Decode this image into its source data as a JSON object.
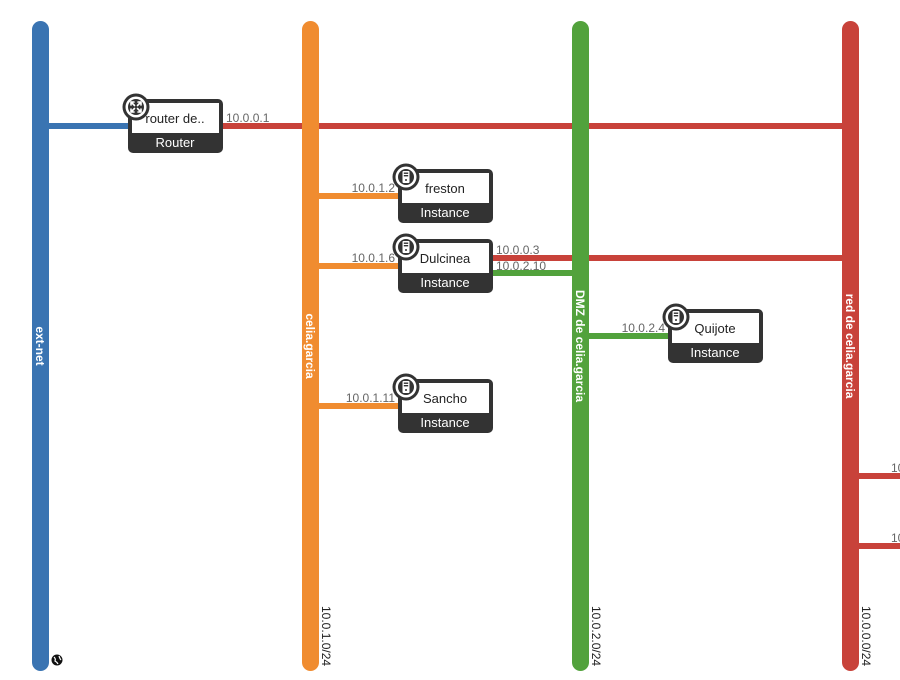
{
  "colors": {
    "ext_net": "#3a74b2",
    "celia_garcia": "#f08c30",
    "dmz": "#52a23c",
    "red_celia": "#c8423a",
    "node_dark": "#333333"
  },
  "networks": {
    "ext_net": {
      "name": "ext-net",
      "icon": "globe-icon"
    },
    "celia_garcia": {
      "name": "celia.garcia",
      "cidr": "10.0.1.0/24"
    },
    "dmz": {
      "name": "DMZ de celia.garcia",
      "cidr": "10.0.2.0/24"
    },
    "red_celia": {
      "name": "red de celia.garcia",
      "cidr": "10.0.0.0/24"
    }
  },
  "nodes": {
    "router": {
      "title": "router de..",
      "type": "Router",
      "icon": "router-icon"
    },
    "freston": {
      "title": "freston",
      "type": "Instance",
      "icon": "server-icon"
    },
    "dulcinea": {
      "title": "Dulcinea",
      "type": "Instance",
      "icon": "server-icon"
    },
    "quijote": {
      "title": "Quijote",
      "type": "Instance",
      "icon": "server-icon"
    },
    "sancho": {
      "title": "Sancho",
      "type": "Instance",
      "icon": "server-icon"
    }
  },
  "ips": {
    "router_red": "10.0.0.1",
    "freston": "10.0.1.2",
    "dulcinea_celia": "10.0.1.6",
    "dulcinea_red": "10.0.0.3",
    "dulcinea_dmz": "10.0.2.10",
    "quijote": "10.0.2.4",
    "sancho": "10.0.1.11",
    "offscreen_1": "10",
    "offscreen_2": "10"
  }
}
